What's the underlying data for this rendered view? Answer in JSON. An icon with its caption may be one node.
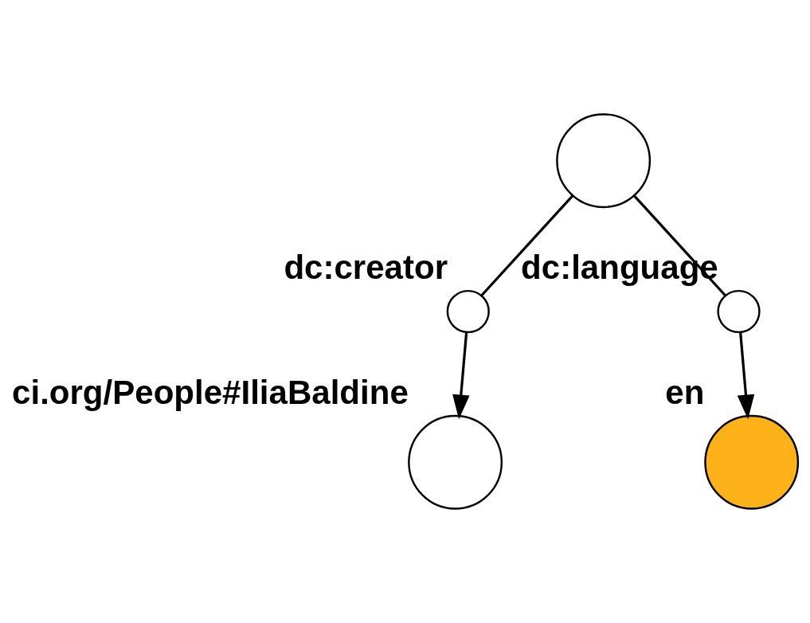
{
  "diagram": {
    "nodes": [
      {
        "text": [],
        "shape": "circle"
      },
      {
        "text": [],
        "shape": "circle",
        "beside": [
          "dc:creator"
        ]
      },
      {
        "text": [],
        "shape": "circle",
        "beside": [
          "dc:language"
        ]
      },
      {
        "text": [],
        "shape": "circle",
        "beside": [
          "ci.org/People#IliaBaldine"
        ]
      },
      {
        "text": [],
        "shape": "circle",
        "beside": [
          "en"
        ]
      }
    ],
    "edges": [
      {
        "from": 0,
        "to": 1,
        "arrow": "none"
      },
      {
        "from": 1,
        "to": 3,
        "arrow": "to"
      },
      {
        "from": 0,
        "to": 2,
        "arrow": "none"
      },
      {
        "from": 2,
        "to": 4,
        "arrow": "to"
      }
    ]
  }
}
